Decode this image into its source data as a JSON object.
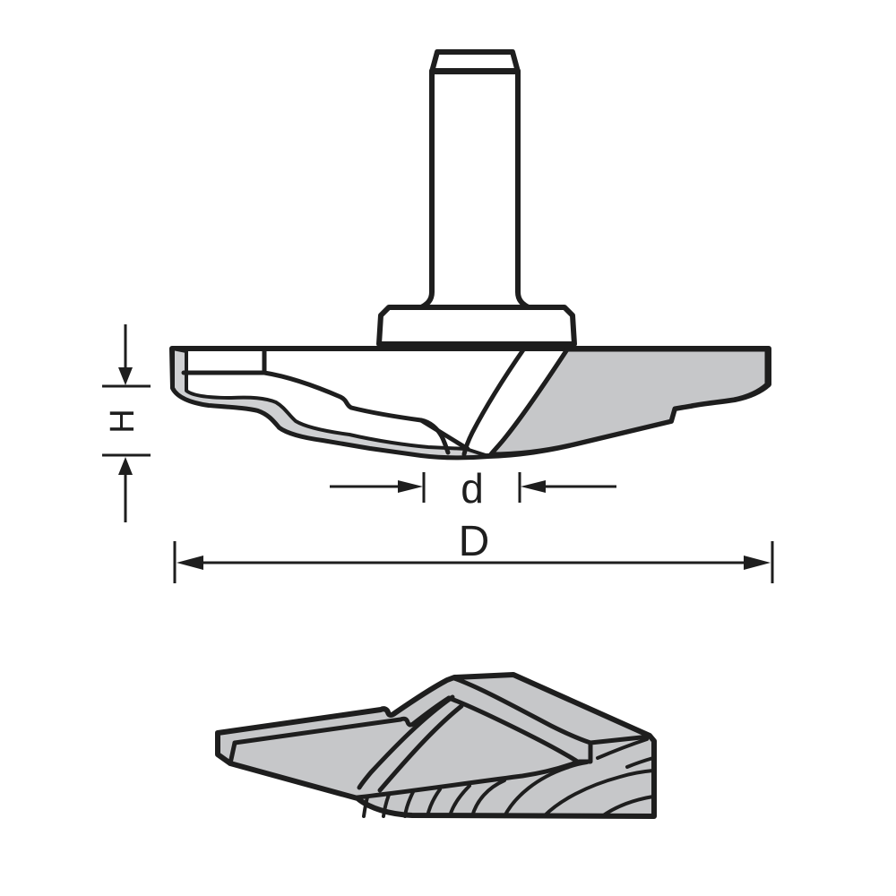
{
  "diagram": {
    "labels": {
      "cutting_height": "H",
      "small_diameter": "d",
      "overall_diameter": "D"
    },
    "colors": {
      "outline": "#1e1e1e",
      "body_gray": "#c6c7c9",
      "edge_gray": "#cfd0d2",
      "steel_dark": "#8a8b8e",
      "steel_light": "#fbfbfc",
      "background": "#ffffff"
    }
  }
}
